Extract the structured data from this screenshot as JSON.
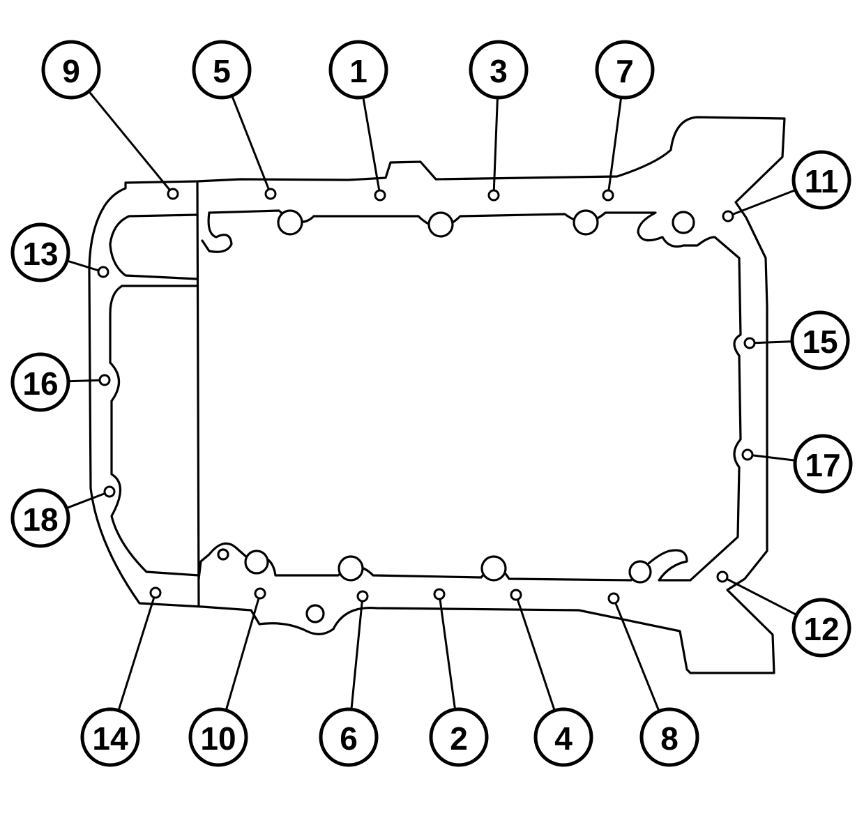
{
  "callouts": [
    {
      "id": "9",
      "label": "9"
    },
    {
      "id": "5",
      "label": "5"
    },
    {
      "id": "1",
      "label": "1"
    },
    {
      "id": "3",
      "label": "3"
    },
    {
      "id": "7",
      "label": "7"
    },
    {
      "id": "11",
      "label": "11"
    },
    {
      "id": "13",
      "label": "13"
    },
    {
      "id": "15",
      "label": "15"
    },
    {
      "id": "16",
      "label": "16"
    },
    {
      "id": "17",
      "label": "17"
    },
    {
      "id": "18",
      "label": "18"
    },
    {
      "id": "12",
      "label": "12"
    },
    {
      "id": "14",
      "label": "14"
    },
    {
      "id": "10",
      "label": "10"
    },
    {
      "id": "6",
      "label": "6"
    },
    {
      "id": "2",
      "label": "2"
    },
    {
      "id": "4",
      "label": "4"
    },
    {
      "id": "8",
      "label": "8"
    }
  ]
}
